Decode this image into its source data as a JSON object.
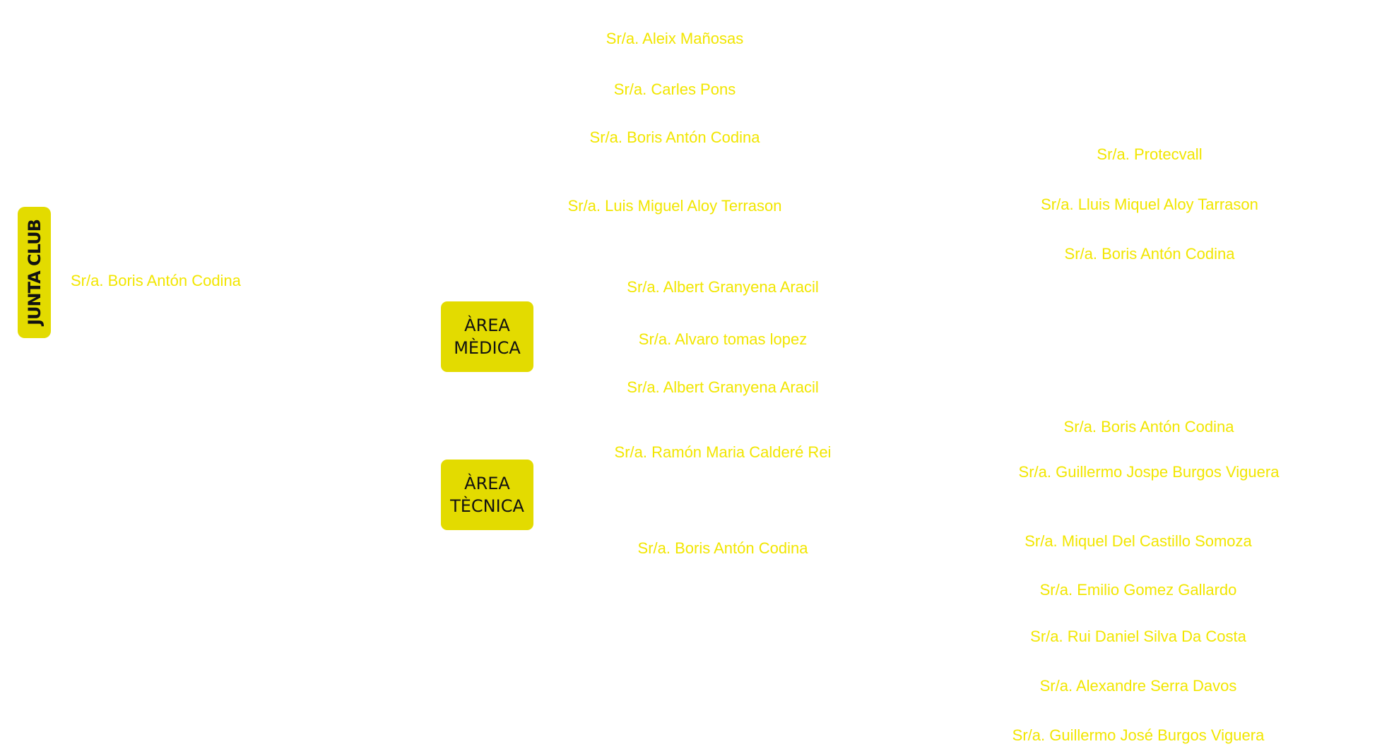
{
  "colors": {
    "background": "#ffffff",
    "name_text": "#f2e600",
    "box_fill": "#e3db00",
    "box_text": "#111111"
  },
  "junta": {
    "label": "JUNTA CLUB",
    "member": "Sr/a. Boris Antón Codina"
  },
  "areas": [
    {
      "line1": "ÀREA",
      "line2": "MÈDICA"
    },
    {
      "line1": "ÀREA",
      "line2": "TÈCNICA"
    }
  ],
  "column_middle": [
    "Sr/a. Aleix Mañosas",
    "Sr/a. Carles Pons",
    "Sr/a. Boris Antón Codina",
    "Sr/a. Luis Miguel Aloy Terrason",
    "Sr/a. Albert Granyena Aracil",
    "Sr/a. Alvaro tomas lopez",
    "Sr/a. Albert Granyena Aracil",
    "Sr/a. Ramón Maria Calderé Rei",
    "Sr/a. Boris Antón Codina"
  ],
  "column_right": [
    "Sr/a. Protecvall",
    "Sr/a. Lluis Miquel Aloy Tarrason",
    "Sr/a. Boris Antón Codina",
    "Sr/a. Boris Antón Codina",
    "Sr/a. Guillermo Jospe Burgos Viguera",
    "Sr/a. Miquel Del Castillo Somoza",
    "Sr/a. Emilio Gomez Gallardo",
    "Sr/a. Rui Daniel Silva Da Costa",
    "Sr/a. Alexandre Serra Davos",
    "Sr/a. Guillermo José Burgos Viguera"
  ]
}
